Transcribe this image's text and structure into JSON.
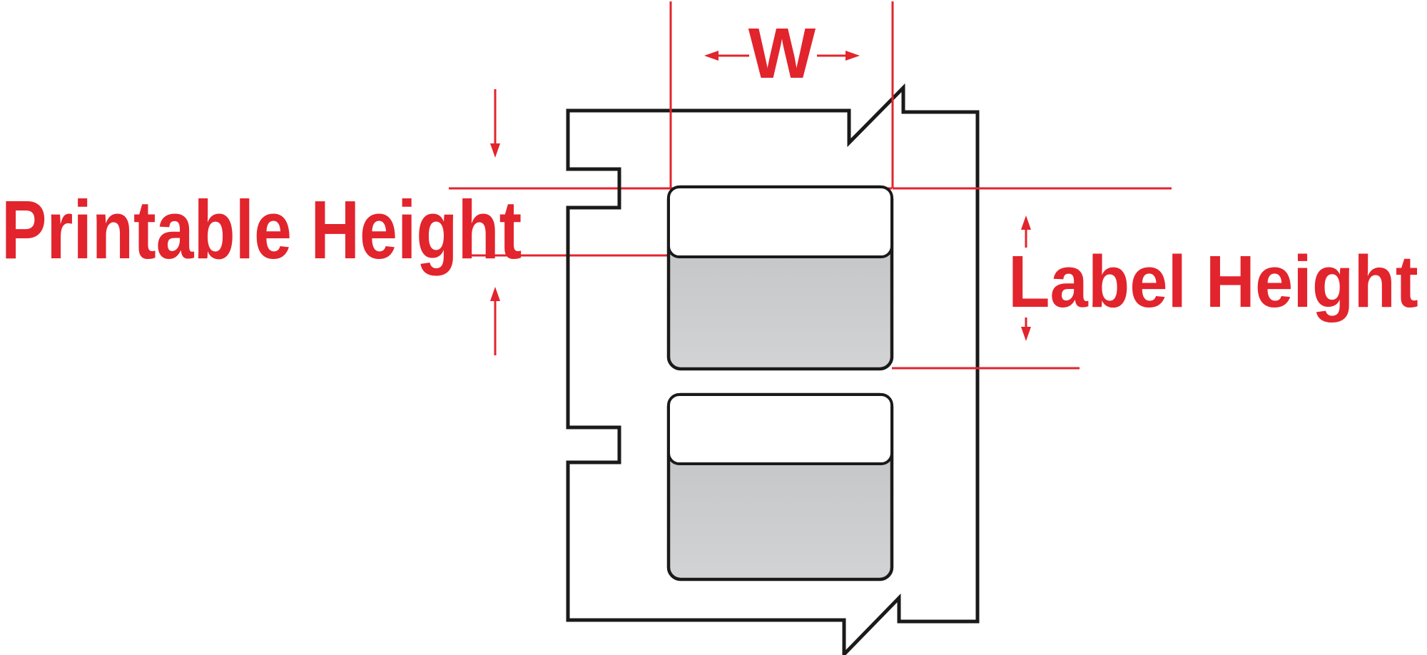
{
  "diagram": {
    "width_label": "W",
    "printable_height_label": "Printable Height",
    "label_height_label": "Label Height"
  },
  "colors": {
    "annotation_red": "#E2242D",
    "outline_black": "#1A1A1A",
    "label_gray_top": "#BFC0C2",
    "label_gray_bottom": "#D2D3D5",
    "label_white": "#FFFFFF",
    "background": "#FFFFFF"
  }
}
